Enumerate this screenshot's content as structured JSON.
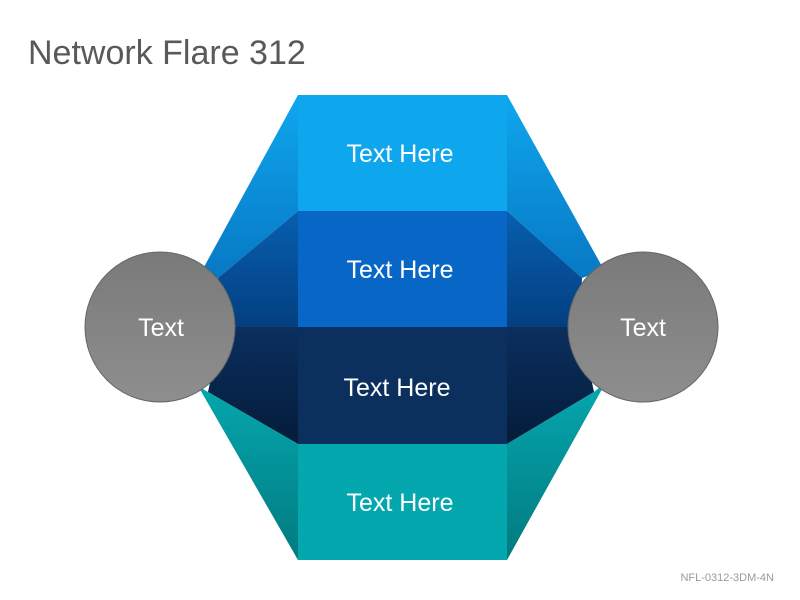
{
  "title": "Network Flare 312",
  "bands": [
    {
      "label": "Text Here",
      "color": "#0ea7ee"
    },
    {
      "label": "Text Here",
      "color": "#0866c6"
    },
    {
      "label": "Text Here",
      "color": "#0b305e"
    },
    {
      "label": "Text Here",
      "color": "#04a7ae"
    }
  ],
  "circles": {
    "left": {
      "label": "Text"
    },
    "right": {
      "label": "Text"
    },
    "color": "#848484"
  },
  "slide_code": "NFL-0312-3DM-4N"
}
